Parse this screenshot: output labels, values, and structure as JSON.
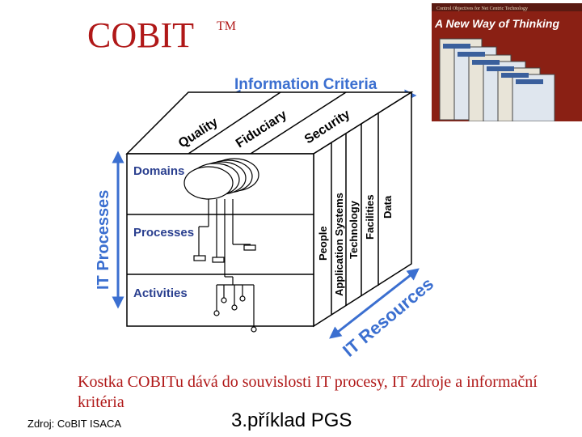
{
  "title": {
    "text": "COBIT",
    "tm": "TM"
  },
  "book": {
    "header": "Control Objectives for Net Centric Technology",
    "headline": "A New Way of Thinking"
  },
  "cube": {
    "top_label": "Information Criteria",
    "top_faces": [
      "Quality",
      "Fiduciary",
      "Security"
    ],
    "left_label": "IT Processes",
    "front_rows": [
      "Domains",
      "Processes",
      "Activities"
    ],
    "right_faces": [
      "People",
      "Application Systems",
      "Technology",
      "Facilities",
      "Data"
    ],
    "bottom_label": "IT Resources"
  },
  "caption": "Kostka COBITu dává do souvislosti IT procesy, IT zdroje a informační kritéria",
  "source": "Zdroj: CoBIT ISACA",
  "example": "3.příklad PGS"
}
